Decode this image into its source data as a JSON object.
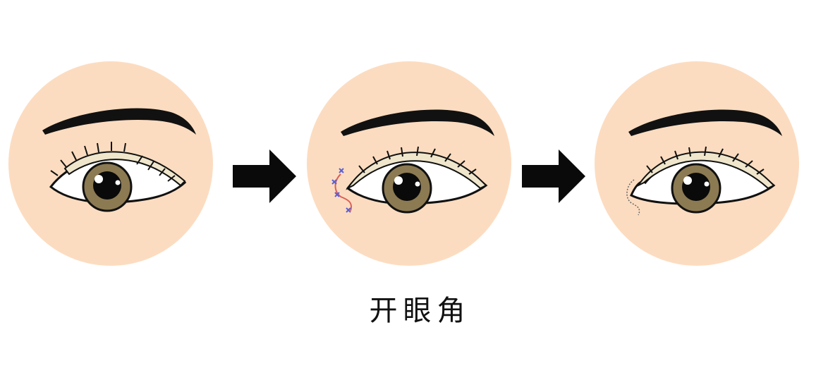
{
  "diagram": {
    "caption": "开眼角",
    "colors": {
      "background": "#ffffff",
      "skin": "#fcdcc0",
      "iris": "#8c7a52",
      "pupil": "#0a0a0a",
      "outline": "#111111",
      "lid_fill": "#efe6cc",
      "incision_red": "#d9605a",
      "incision_blue": "#5a5fd6",
      "arrow": "#0a0a0a"
    },
    "panels": [
      {
        "id": "before",
        "label": "",
        "description": "eye before surgery, inner corner covered"
      },
      {
        "id": "procedure",
        "label": "",
        "description": "inner canthus incision marked with stitches"
      },
      {
        "id": "after",
        "label": "",
        "description": "eye after surgery, inner corner opened with dotted outline"
      }
    ],
    "arrows": [
      {
        "from": "before",
        "to": "procedure"
      },
      {
        "from": "procedure",
        "to": "after"
      }
    ]
  }
}
